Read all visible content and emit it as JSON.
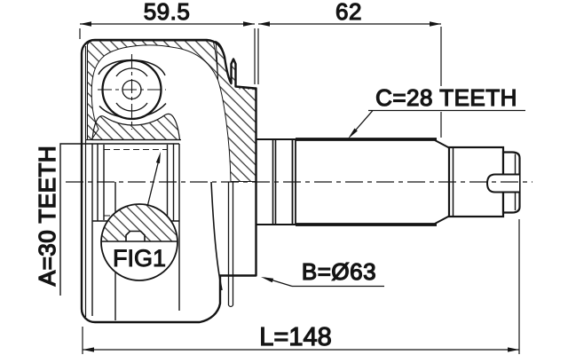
{
  "drawing": {
    "background": "#ffffff",
    "line_color": "#141414",
    "dimensions": {
      "housing_width": "59.5",
      "spline_shaft_length": "62",
      "overall_length": "L=148"
    },
    "labels": {
      "outer_spline_teeth": "C=28 TEETH",
      "inner_spline_teeth": "A=30 TEETH",
      "body_diameter": "B=Ø63",
      "detail_figure": "FIG1"
    }
  }
}
